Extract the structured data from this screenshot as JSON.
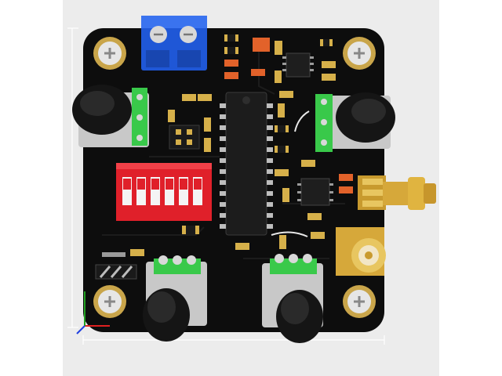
{
  "scene": {
    "subject": "pcb-3d-render",
    "viewport_background": "#ececec",
    "board_color": "#0d0d0d",
    "colors": {
      "silkscreen": "#e8e8e8",
      "pad_gold": "#d6b04a",
      "connector_blue": "#1f57d6",
      "dip_switch_red": "#e0202a",
      "potentiometer_green": "#39c94a",
      "knob_black": "#151515",
      "capacitor_orange": "#e2622a",
      "axis_x": "#e02020",
      "axis_y": "#20a020",
      "axis_z": "#2040e0"
    },
    "component_counts": {
      "mounting_holes": 4,
      "potentiometers": 4,
      "dip_switch_positions": 6,
      "ic_dip_pins_per_side": 12
    },
    "icons": [
      "terminal-block-icon",
      "dip-switch-icon",
      "potentiometer-icon",
      "sma-connector-icon",
      "mounting-hole-icon",
      "axis-triad-icon"
    ]
  }
}
